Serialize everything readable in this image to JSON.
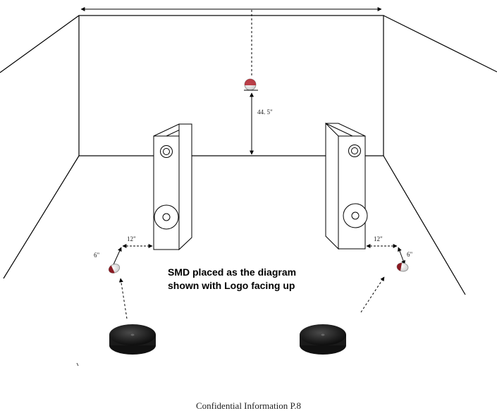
{
  "labels": {
    "center_height": "44. 5\"",
    "left_offset_horizontal": "12\"",
    "left_offset_vertical": "6\"",
    "right_offset_horizontal": "12\"",
    "right_offset_vertical": "6\""
  },
  "note": {
    "line1": "SMD placed as the diagram",
    "line2": "shown with Logo facing up"
  },
  "footer": {
    "text": "Confidential Information P.8"
  }
}
